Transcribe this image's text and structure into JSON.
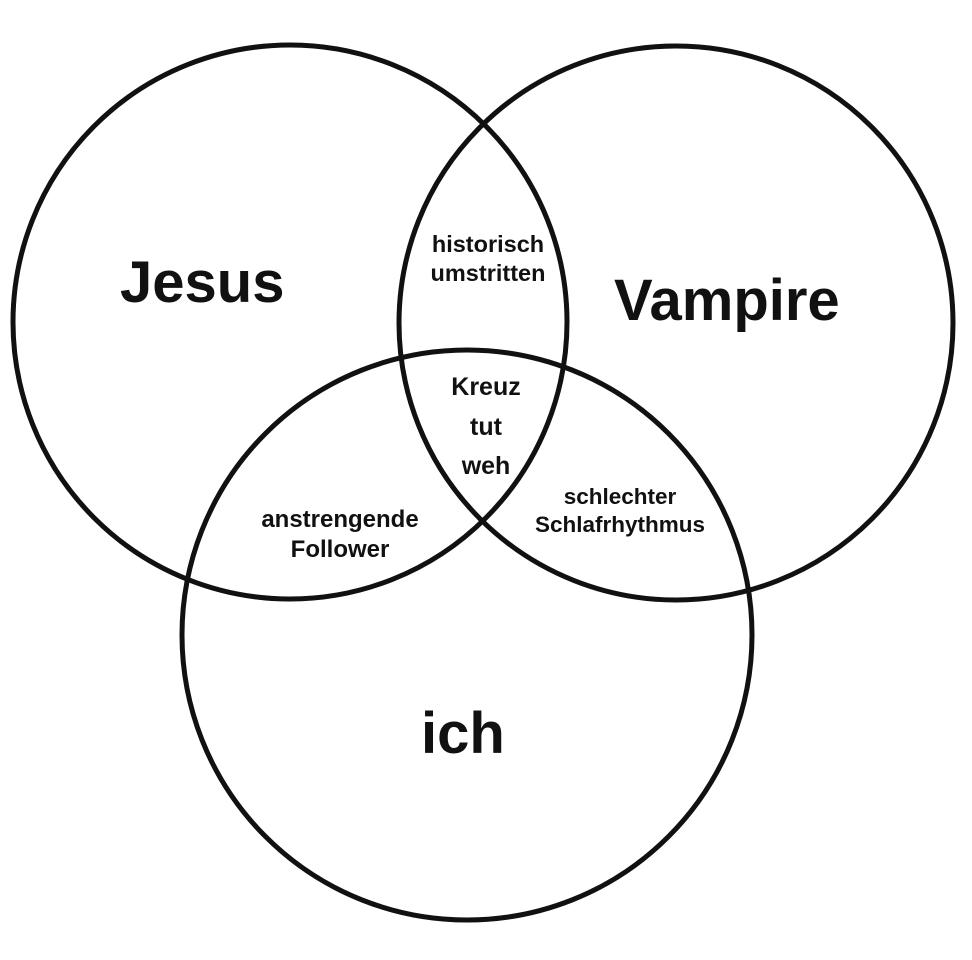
{
  "diagram": {
    "type": "venn",
    "sets": [
      "Jesus",
      "Vampire",
      "ich"
    ],
    "regions": {
      "jesus_vampire": [
        "historisch",
        "umstritten"
      ],
      "jesus_vampire_ich": [
        "Kreuz",
        "tut",
        "weh"
      ],
      "jesus_ich": [
        "anstrengende",
        "Follower"
      ],
      "vampire_ich": [
        "schlechter",
        "Schlafrhythmus"
      ]
    }
  },
  "colors": {
    "background": "#ffffff",
    "stroke": "#111111",
    "text": "#111111"
  }
}
